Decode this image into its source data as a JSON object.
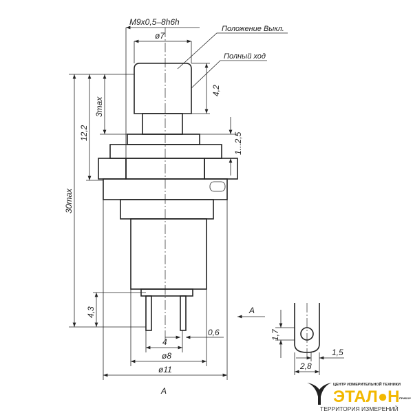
{
  "drawing": {
    "thread_label": "M9x0,5–8h6h",
    "cap_diameter": "ø7",
    "callout_off_position": "Положение Выкл.",
    "callout_full_travel": "Полный ход",
    "dim_cap_height": "4,2",
    "dim_height_to_panel": "12,2",
    "dim_travel_max": "3max",
    "dim_panel_thickness": "1...2,5",
    "dim_total_height": "30max",
    "dim_pin_length": "4,3",
    "dim_pin_thickness": "0,6",
    "dim_pin_spacing": "4",
    "dim_body_diameter": "ø8",
    "dim_flange_diameter": "ø11",
    "view_label": "A",
    "view_arrow_label": "A",
    "dim_hole_height": "1,7",
    "dim_pin_width": "2,8",
    "dim_hole_offset": "1,5"
  },
  "logo": {
    "top_text": "ЦЕНТР ИЗМЕРИТЕЛЬНОЙ ТЕХНИКИ",
    "name": "ЭТАЛ●Н",
    "badge": "ПРИБОР",
    "tagline": "ТЕРРИТОРИЯ ИЗМЕРЕНИЙ",
    "color": "#f2b800"
  }
}
